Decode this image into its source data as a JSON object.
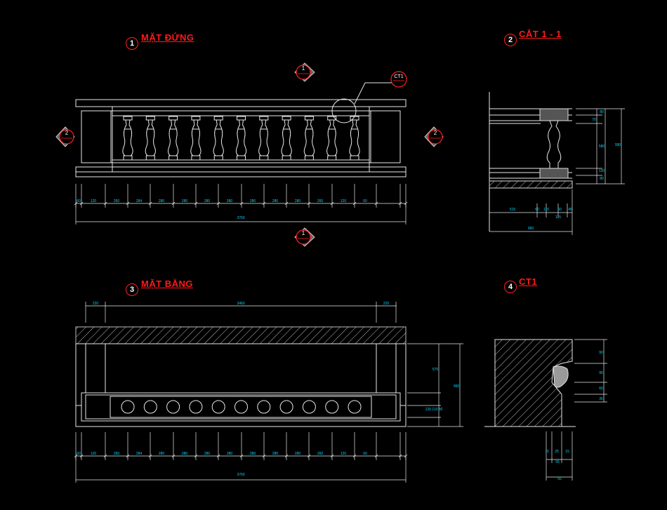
{
  "views": {
    "v1": {
      "num": "1",
      "title": "MẶT ĐỨNG"
    },
    "v2": {
      "num": "2",
      "title": "CẮT 1 - 1"
    },
    "v3": {
      "num": "3",
      "title": "MẶT BẰNG"
    },
    "v4": {
      "num": "4",
      "title": "CT1"
    }
  },
  "markers": {
    "sec1": "1",
    "sec2": "2",
    "detail": "CT1"
  },
  "dims": {
    "elev_segments": [
      "60",
      "120",
      "260",
      "284",
      "280",
      "280",
      "280",
      "280",
      "280",
      "280",
      "280",
      "260",
      "120",
      "60"
    ],
    "elev_total": "3760",
    "plan_top_left": "220",
    "plan_top_mid": "3460",
    "plan_top_right": "220",
    "plan_segments": [
      "60",
      "120",
      "260",
      "284",
      "280",
      "280",
      "280",
      "280",
      "280",
      "280",
      "280",
      "260",
      "120",
      "60"
    ],
    "plan_total": "3760",
    "plan_right_a": "570",
    "plan_right_b": "120 110 80",
    "plan_right_total": "960",
    "sec_right_top": "80",
    "sec_right_a": "70",
    "sec_right_b": "580",
    "sec_right_c": "120",
    "sec_right_d": "80",
    "sec_right_total": "990",
    "sec_bottom_a": "515",
    "sec_bottom_b": "60",
    "sec_bottom_c": "115",
    "sec_bottom_d": "60",
    "sec_bottom_e": "45",
    "sec_bottom_f": "115",
    "sec_bottom_total": "960",
    "ct_right_a": "90",
    "ct_right_b": "95",
    "ct_right_c": "60",
    "ct_right_d": "35",
    "ct_bottom_a": "15",
    "ct_bottom_b": "25",
    "ct_bottom_c": "15",
    "ct_bottom_d": "55",
    "ct_bottom_total": "55"
  },
  "colors": {
    "line": "#e8e8e8",
    "dim": "#00d8ff",
    "title": "#ff1a1a",
    "hatch": "#bcbcbc"
  }
}
